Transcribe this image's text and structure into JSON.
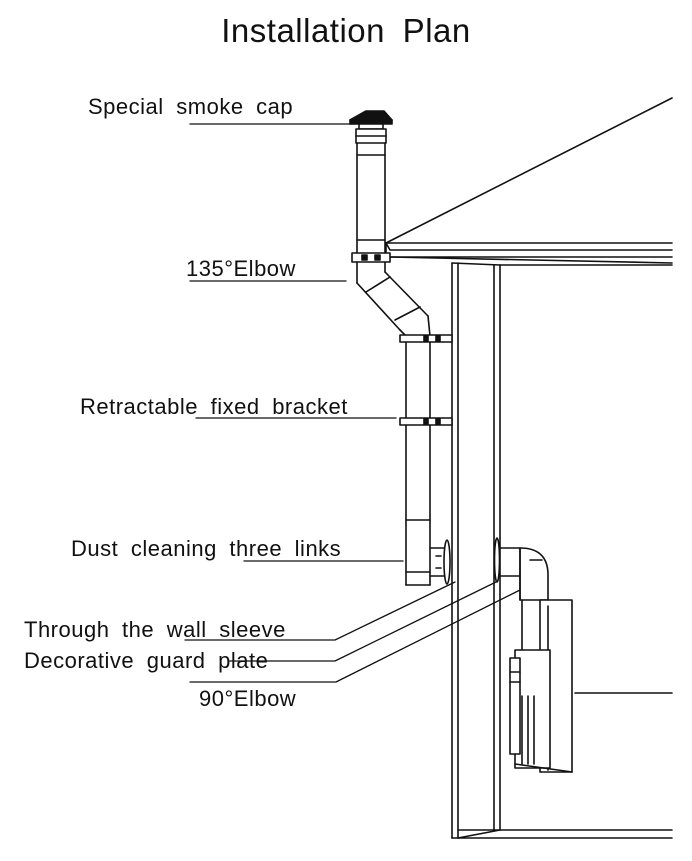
{
  "title": "Installation Plan",
  "labels": {
    "smoke_cap": "Special smoke cap",
    "elbow_135": "135°Elbow",
    "bracket": "Retractable fixed bracket",
    "dust_links": "Dust cleaning three links",
    "wall_sleeve": "Through the wall sleeve",
    "guard_plate": "Decorative guard plate",
    "elbow_90": "90°Elbow"
  },
  "colors": {
    "line": "#111111",
    "background": "#ffffff"
  }
}
